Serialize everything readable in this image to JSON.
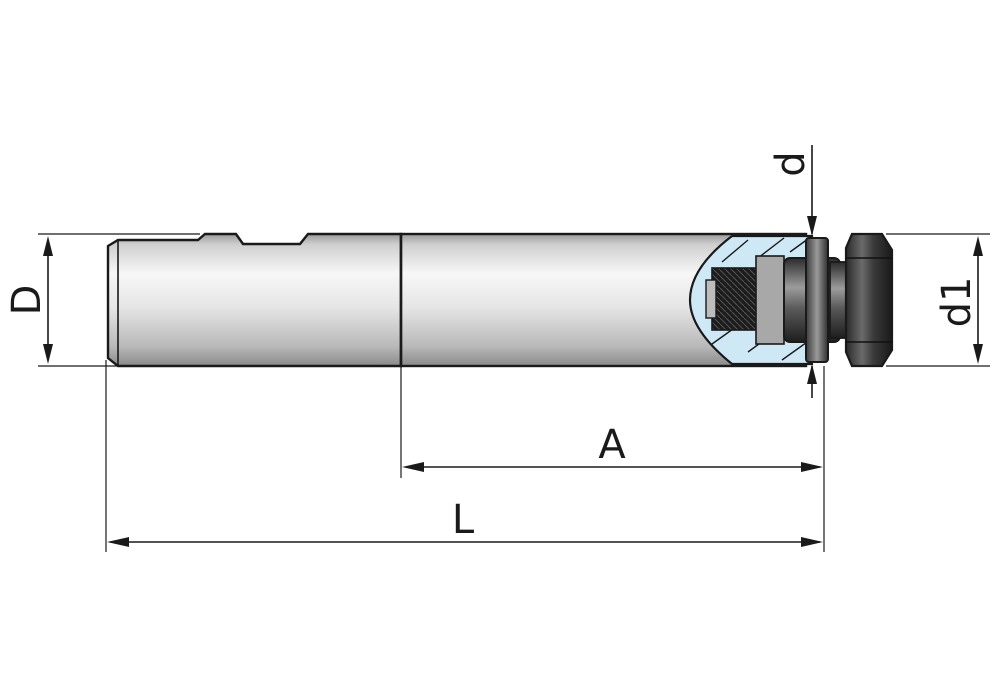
{
  "dimensions": {
    "D": "D",
    "A": "A",
    "L": "L",
    "d": "d",
    "d1": "d1"
  },
  "colors": {
    "shaft_light": "#f4f4f4",
    "shaft_mid": "#c9c9c9",
    "shaft_dark": "#8e8e8e",
    "section_fill": "#cfe8f5",
    "thread_dark": "#1c1c1c",
    "line": "#1a1a1a"
  },
  "icons": {
    "arrowhead": "filled-triangle-arrowhead"
  }
}
